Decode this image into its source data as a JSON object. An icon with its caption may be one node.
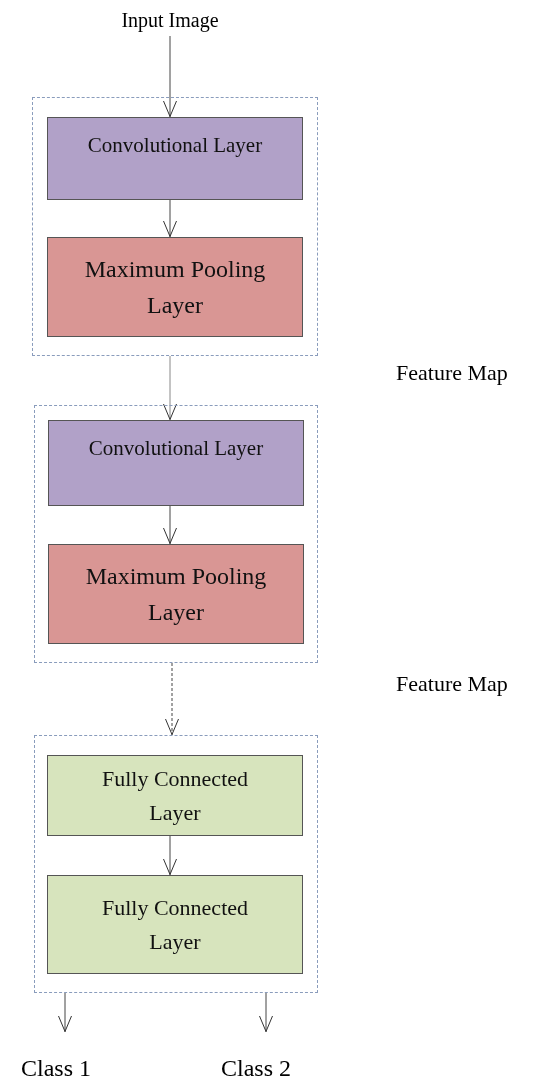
{
  "diagram": {
    "nodes": [
      {
        "text": [
          "Input Image"
        ]
      },
      {
        "text": [],
        "shape": "box"
      },
      {
        "text": [
          "Convolutional Layer"
        ],
        "in": 1
      },
      {
        "text": [
          "Maximum Pooling Layer"
        ],
        "in": 1
      },
      {
        "text": [],
        "shape": "box"
      },
      {
        "text": [
          "Convolutional Layer"
        ],
        "in": 4
      },
      {
        "text": [
          "Maximum Pooling Layer"
        ],
        "in": 4
      },
      {
        "text": [],
        "shape": "box"
      },
      {
        "text": [
          "Fully Connected Layer"
        ],
        "in": 7
      },
      {
        "text": [
          "Fully Connected Layer"
        ],
        "in": 7
      },
      {
        "text": [
          "Class 1"
        ]
      },
      {
        "text": [
          "Class 2"
        ]
      }
    ],
    "edges": [
      {
        "from": 0,
        "to": 2,
        "arrow": "to"
      },
      {
        "from": 2,
        "to": 3,
        "arrow": "to"
      },
      {
        "from": 1,
        "to": 5,
        "arrow": "to"
      },
      {
        "from": 5,
        "to": 6,
        "arrow": "to"
      },
      {
        "from": 4,
        "to": 7,
        "arrow": "to",
        "style": "dashed"
      },
      {
        "from": 8,
        "to": 9,
        "arrow": "to"
      },
      {
        "from": 7,
        "to": 10,
        "arrow": "to"
      },
      {
        "from": 7,
        "to": 11,
        "arrow": "to"
      }
    ],
    "labels": [
      "Feature Map",
      "Feature Map"
    ]
  }
}
